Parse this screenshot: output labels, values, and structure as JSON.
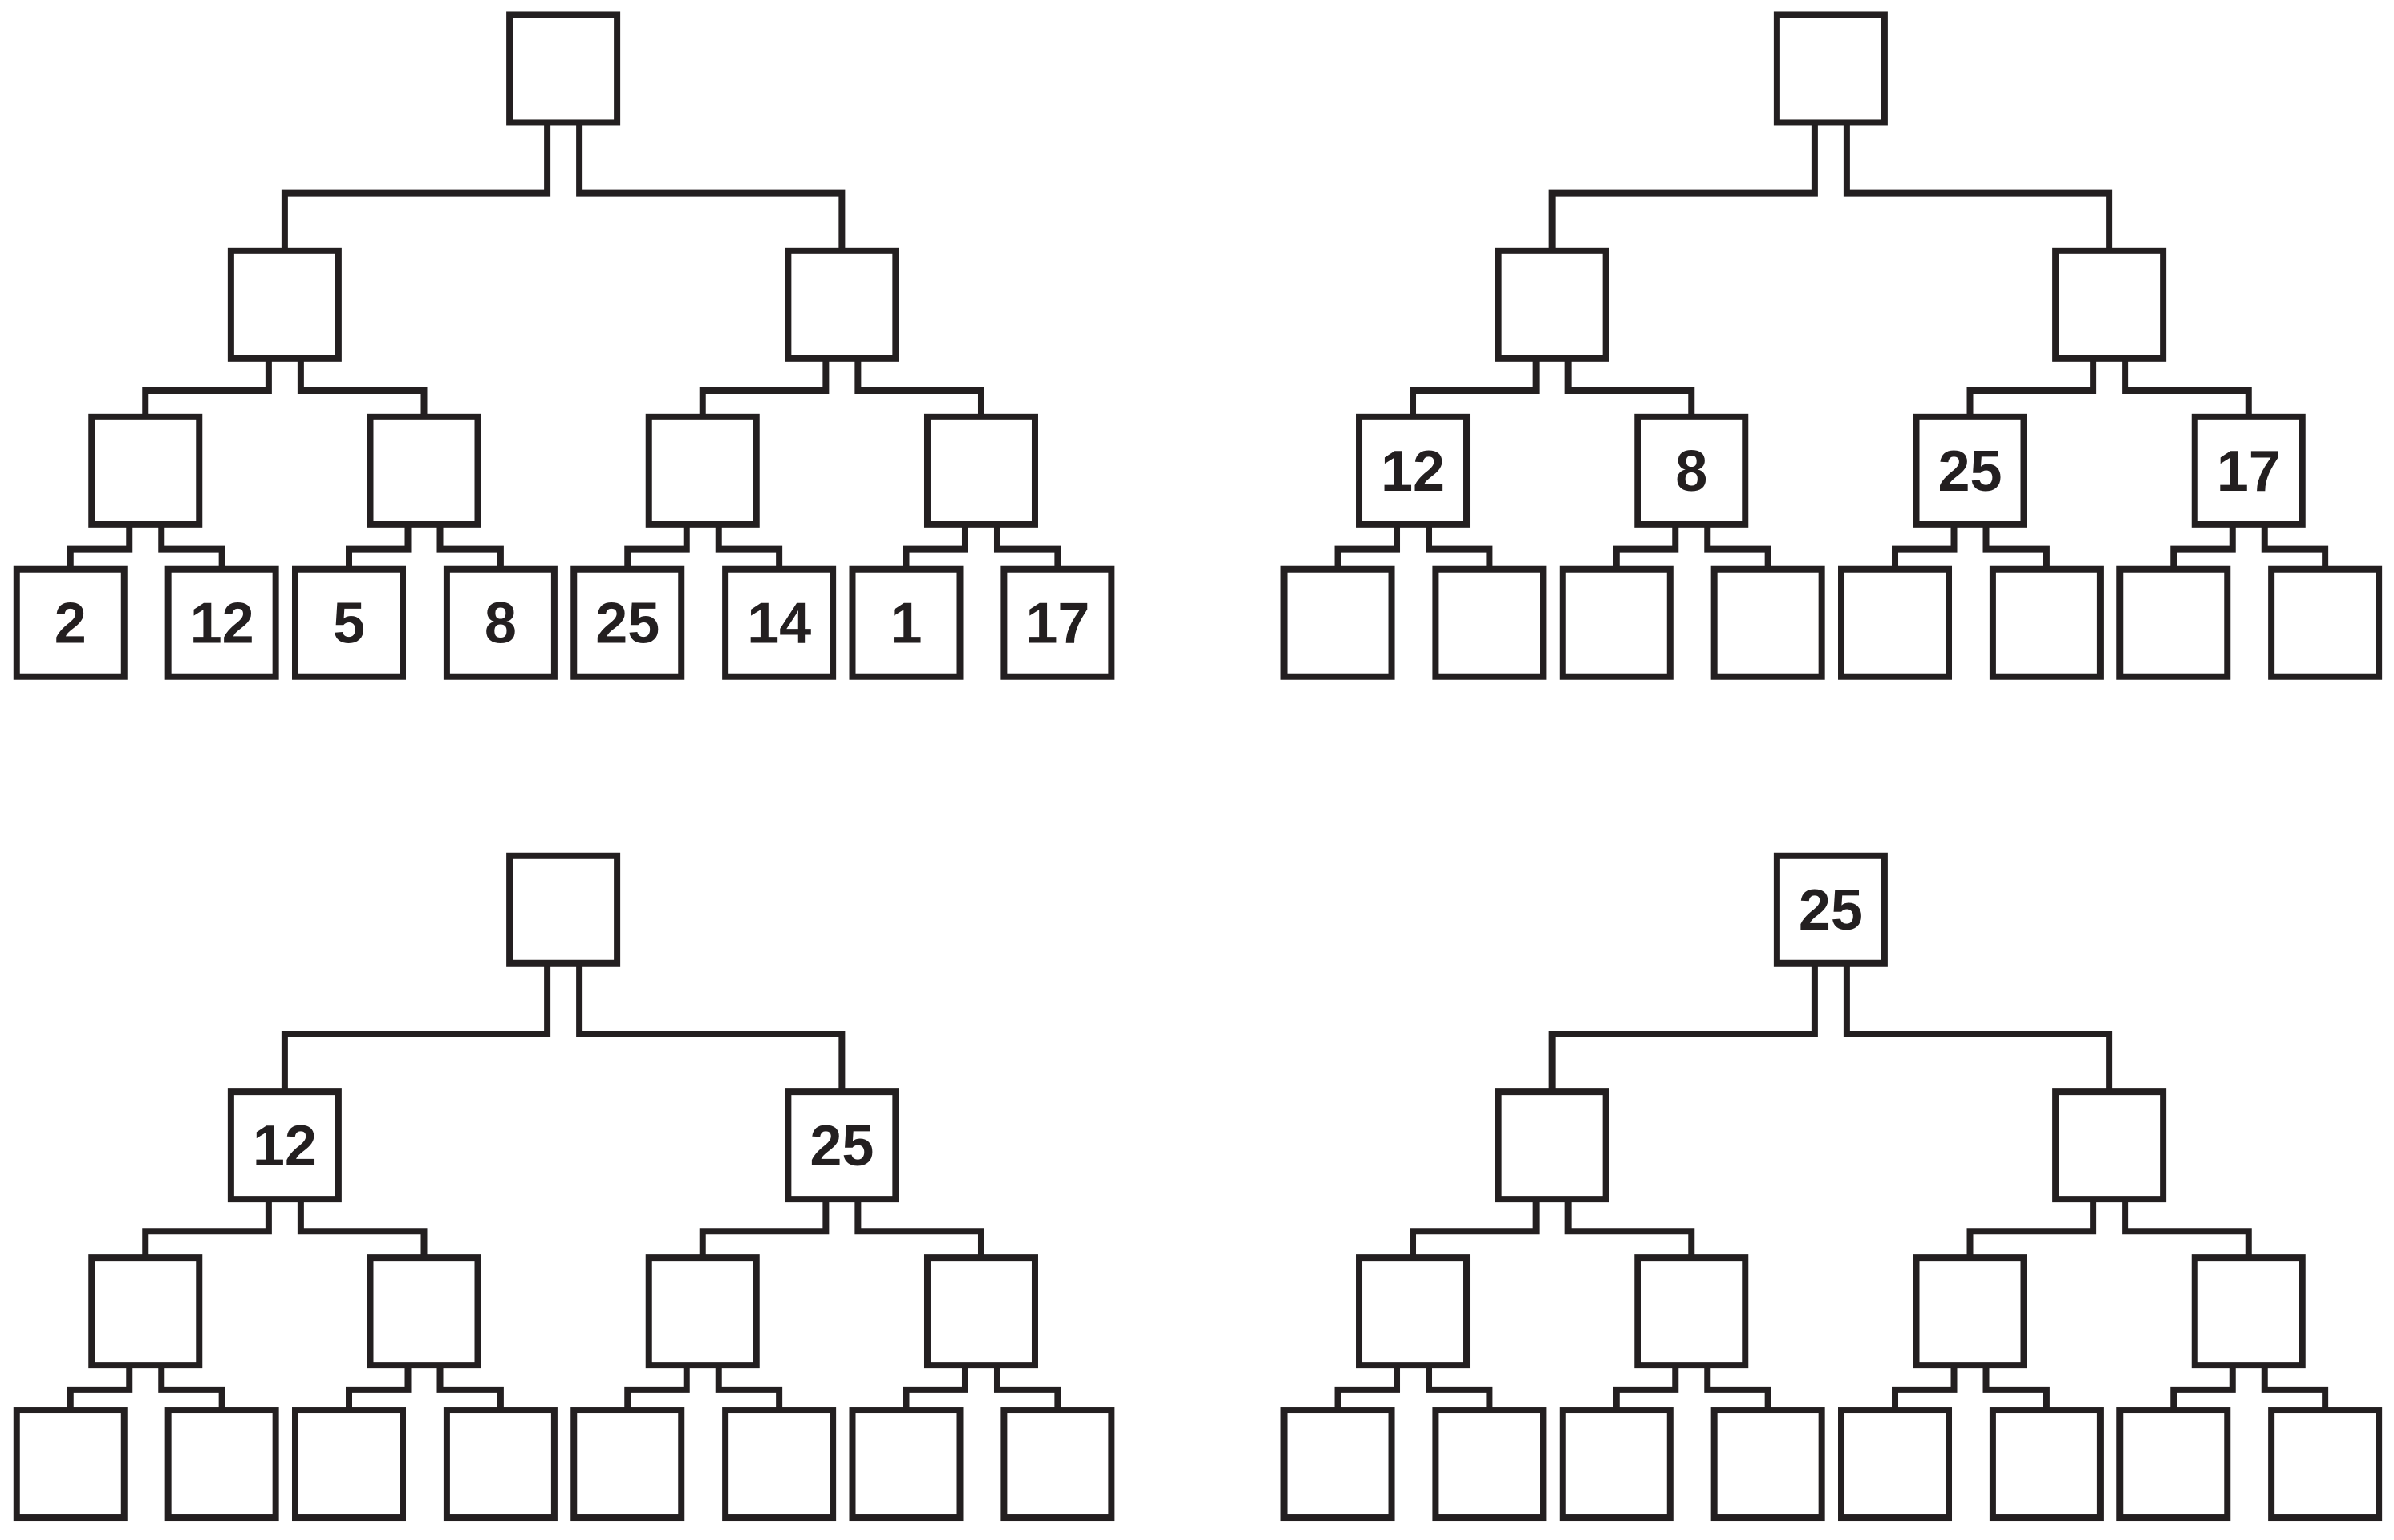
{
  "colors": {
    "background": "#ffffff",
    "stroke": "#231f20",
    "text": "#231f20"
  },
  "trees": [
    {
      "name": "top-left",
      "levels": [
        [
          ""
        ],
        [
          "",
          ""
        ],
        [
          "",
          "",
          "",
          ""
        ],
        [
          "2",
          "12",
          "5",
          "8",
          "25",
          "14",
          "1",
          "17"
        ]
      ]
    },
    {
      "name": "top-right",
      "levels": [
        [
          ""
        ],
        [
          "",
          ""
        ],
        [
          "12",
          "8",
          "25",
          "17"
        ],
        [
          "",
          "",
          "",
          "",
          "",
          "",
          "",
          ""
        ]
      ]
    },
    {
      "name": "bottom-left",
      "levels": [
        [
          ""
        ],
        [
          "12",
          "25"
        ],
        [
          "",
          "",
          "",
          ""
        ],
        [
          "",
          "",
          "",
          "",
          "",
          "",
          "",
          ""
        ]
      ]
    },
    {
      "name": "bottom-right",
      "levels": [
        [
          "25"
        ],
        [
          "",
          ""
        ],
        [
          "",
          "",
          "",
          ""
        ],
        [
          "",
          "",
          "",
          "",
          "",
          "",
          "",
          ""
        ]
      ]
    }
  ]
}
